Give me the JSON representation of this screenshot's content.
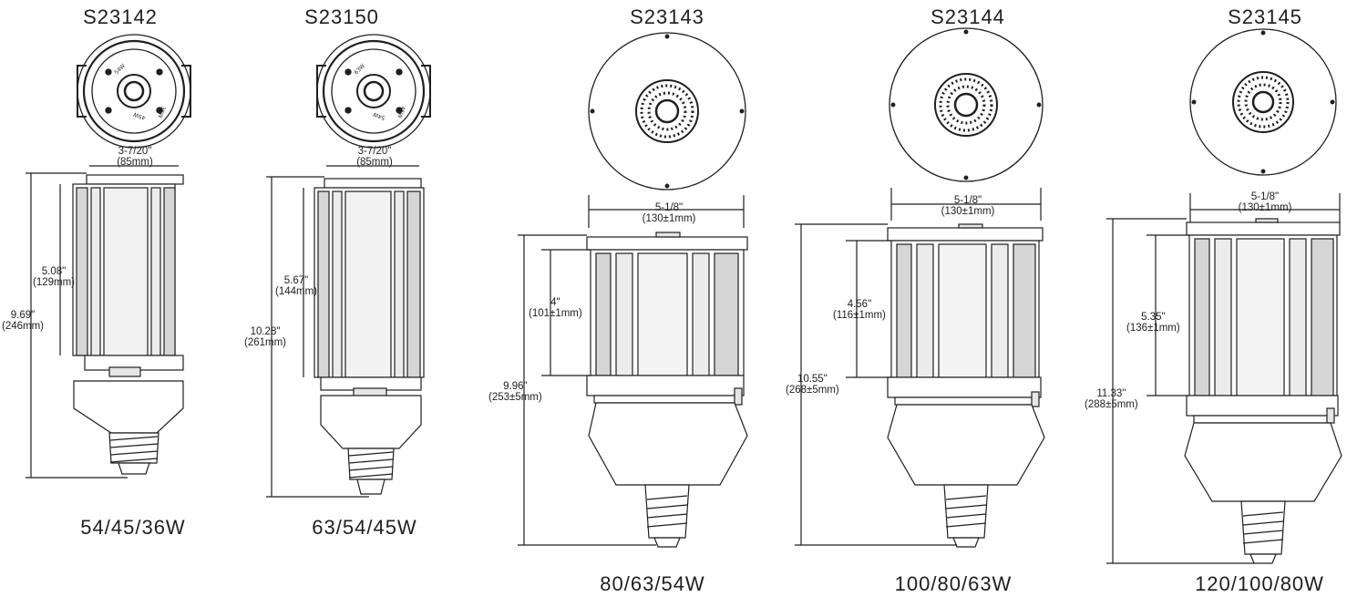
{
  "products": [
    {
      "model": "S23142",
      "wattage": "54/45/36W",
      "width_in": "3-7/20\"",
      "width_mm": "(85mm)",
      "fin_in": "5.08\"",
      "fin_mm": "(129mm)",
      "total_in": "9.69\"",
      "total_mm": "(246mm)",
      "face_label_1": "54W",
      "face_label_2": "45W",
      "face_label_3": "36W"
    },
    {
      "model": "S23150",
      "wattage": "63/54/45W",
      "width_in": "3-7/20\"",
      "width_mm": "(85mm)",
      "fin_in": "5.67\"",
      "fin_mm": "(144mm)",
      "total_in": "10.28\"",
      "total_mm": "(261mm)",
      "face_label_1": "63W",
      "face_label_2": "54W",
      "face_label_3": "45W"
    },
    {
      "model": "S23143",
      "wattage": "80/63/54W",
      "width_in": "5-1/8\"",
      "width_mm": "(130±1mm)",
      "fin_in": "4\"",
      "fin_mm": "(101±1mm)",
      "total_in": "9.96\"",
      "total_mm": "(253±5mm)"
    },
    {
      "model": "S23144",
      "wattage": "100/80/63W",
      "width_in": "5-1/8\"",
      "width_mm": "(130±1mm)",
      "fin_in": "4.56\"",
      "fin_mm": "(116±1mm)",
      "total_in": "10.55\"",
      "total_mm": "(268±5mm)"
    },
    {
      "model": "S23145",
      "wattage": "120/100/80W",
      "width_in": "5-1/8\"",
      "width_mm": "(130±1mm)",
      "fin_in": "5.35\"",
      "fin_mm": "(136±1mm)",
      "total_in": "11.33\"",
      "total_mm": "(288±5mm)"
    }
  ],
  "colors": {
    "line": "#1f1f1f",
    "fin_shade": "#d6d6d6",
    "body": "#ffffff"
  }
}
